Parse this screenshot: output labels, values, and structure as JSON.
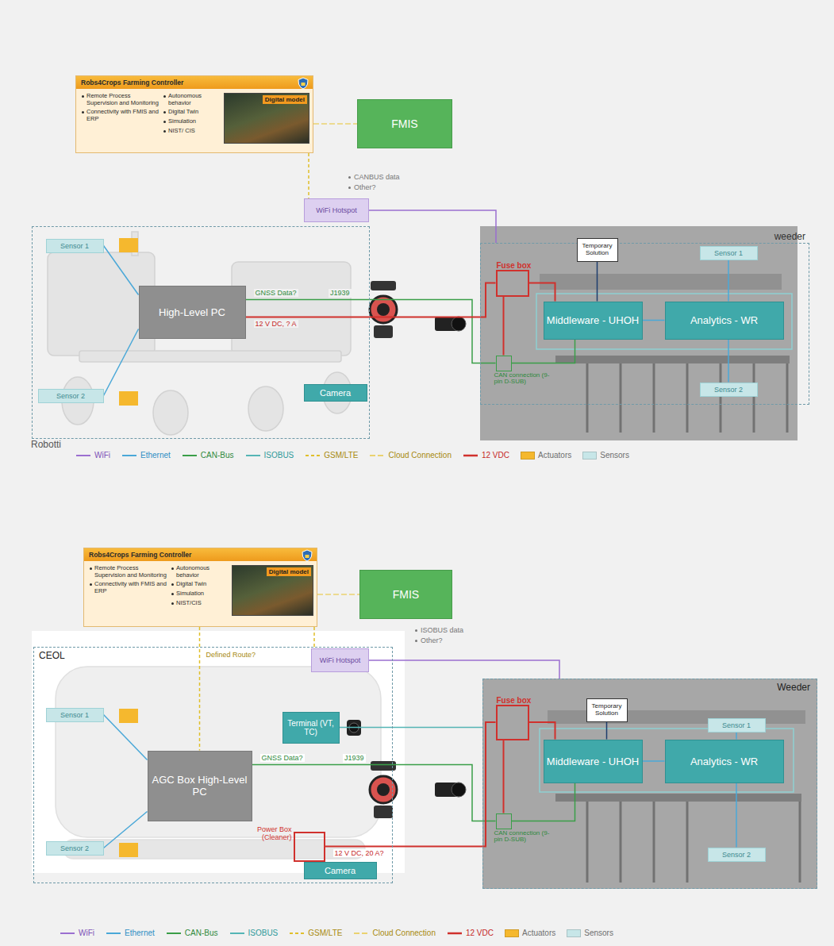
{
  "diagram": {
    "nodes": [
      {
        "text": [
          "Robs4Crops Farming Controller",
          "Remote Process Supervision and Monitoring",
          "Connectivity with FMIS and ERP",
          "Autonomous behavior",
          "Digital Twin",
          "Simulation",
          "NIST/ CIS",
          "Digital model"
        ]
      },
      {
        "text": [
          "FMIS"
        ]
      },
      {
        "text": [
          "WiFi Hotspot"
        ]
      },
      {
        "text": [
          "Robotti"
        ]
      },
      {
        "text": [
          "Sensor 1"
        ],
        "in": 3
      },
      {
        "text": [
          "Sensor 2"
        ],
        "in": 3
      },
      {
        "text": [
          "High-Level PC"
        ],
        "in": 3
      },
      {
        "text": [
          "Camera"
        ],
        "in": 3
      },
      {
        "text": [
          "weeder"
        ]
      },
      {
        "text": [
          "Fuse box"
        ],
        "in": 8
      },
      {
        "text": [
          "Temporary Solution"
        ],
        "in": 8
      },
      {
        "text": [
          "Middleware - UHOH"
        ],
        "in": 8
      },
      {
        "text": [
          "Analytics - WR"
        ],
        "in": 8
      },
      {
        "text": [
          "Sensor 1"
        ],
        "in": 8
      },
      {
        "text": [
          "Sensor 2"
        ],
        "in": 8
      },
      {
        "text": [
          "CAN connection (9-pin D-SUB)"
        ],
        "in": 8
      },
      {
        "text": [
          "Robs4Crops Farming Controller",
          "Remote Process Supervision and Monitoring",
          "Connectivity with FMIS and ERP",
          "Autonomous behavior",
          "Digital Twin",
          "Simulation",
          "NIST/CIS",
          "Digital model"
        ]
      },
      {
        "text": [
          "FMIS"
        ]
      },
      {
        "text": [
          "CEOL"
        ]
      },
      {
        "text": [
          "WiFi Hotspot"
        ]
      },
      {
        "text": [
          "Sensor 1"
        ],
        "in": 18
      },
      {
        "text": [
          "Terminal (VT, TC)"
        ],
        "in": 18
      },
      {
        "text": [
          "AGC Box High-Level PC"
        ],
        "in": 18
      },
      {
        "text": [
          "Power Box (Cleaner)"
        ],
        "in": 18
      },
      {
        "text": [
          "Sensor 2"
        ],
        "in": 18
      },
      {
        "text": [
          "Camera"
        ],
        "in": 18
      },
      {
        "text": [
          "Weeder"
        ]
      },
      {
        "text": [
          "Fuse box"
        ],
        "in": 26
      },
      {
        "text": [
          "Temporary Solution"
        ],
        "in": 26
      },
      {
        "text": [
          "Middleware - UHOH"
        ],
        "in": 26
      },
      {
        "text": [
          "Analytics - WR"
        ],
        "in": 26
      },
      {
        "text": [
          "Sensor 1"
        ],
        "in": 26
      },
      {
        "text": [
          "Sensor 2"
        ],
        "in": 26
      },
      {
        "text": [
          "CAN connection (9-pin D-SUB)"
        ],
        "in": 26
      }
    ],
    "edges": [
      {
        "from": 0,
        "to": 1,
        "arrow": "none"
      },
      {
        "from": 0,
        "to": 2,
        "arrow": "none"
      },
      {
        "from": 2,
        "to": 8,
        "arrow": "none"
      },
      {
        "from": 4,
        "to": 6,
        "arrow": "none"
      },
      {
        "from": 5,
        "to": 6,
        "arrow": "none"
      },
      {
        "from": 6,
        "to": 15,
        "label": "GNSS Data?",
        "arrow": "none"
      },
      {
        "from": 6,
        "to": 9,
        "label": "12 V DC, ? A",
        "arrow": "none"
      },
      {
        "from": 9,
        "to": 11,
        "arrow": "none"
      },
      {
        "from": 9,
        "to": 15,
        "arrow": "none"
      },
      {
        "from": 15,
        "to": 11,
        "arrow": "none"
      },
      {
        "from": 10,
        "to": 11,
        "arrow": "none"
      },
      {
        "from": 11,
        "to": 12,
        "arrow": "none"
      },
      {
        "from": 13,
        "to": 12,
        "arrow": "none"
      },
      {
        "from": 14,
        "to": 12,
        "arrow": "none"
      },
      {
        "from": 16,
        "to": 17,
        "arrow": "none"
      },
      {
        "from": 16,
        "to": 22,
        "label": "Defined Route?",
        "arrow": "none"
      },
      {
        "from": 16,
        "to": 19,
        "arrow": "none"
      },
      {
        "from": 19,
        "to": 26,
        "arrow": "none"
      },
      {
        "from": 20,
        "to": 22,
        "arrow": "none"
      },
      {
        "from": 24,
        "to": 22,
        "arrow": "none"
      },
      {
        "from": 21,
        "to": 26,
        "arrow": "none"
      },
      {
        "from": 22,
        "to": 33,
        "label": "GNSS Data?",
        "arrow": "none"
      },
      {
        "from": 23,
        "to": 27,
        "label": "12 V DC, 20 A?",
        "arrow": "none"
      },
      {
        "from": 27,
        "to": 29,
        "arrow": "none"
      },
      {
        "from": 27,
        "to": 33,
        "arrow": "none"
      },
      {
        "from": 33,
        "to": 29,
        "arrow": "none"
      },
      {
        "from": 28,
        "to": 29,
        "arrow": "none"
      },
      {
        "from": 29,
        "to": 30,
        "arrow": "none"
      },
      {
        "from": 31,
        "to": 30,
        "arrow": "none"
      },
      {
        "from": 32,
        "to": 30,
        "arrow": "none"
      }
    ],
    "labels": [
      "CANBUS data",
      "Other?",
      "J1939",
      "ISOBUS data",
      "Other?",
      "J1939"
    ],
    "legend": [
      {
        "text": "WiFi"
      },
      {
        "text": "Ethernet"
      },
      {
        "text": "CAN-Bus"
      },
      {
        "text": "ISOBUS"
      },
      {
        "text": "GSM/LTE"
      },
      {
        "text": "Cloud Connection"
      },
      {
        "text": "12 VDC"
      },
      {
        "text": "Actuators",
        "color": "#f5b82e"
      },
      {
        "text": "Sensors",
        "color": "#c7e6e8"
      },
      {
        "text": "WiFi"
      },
      {
        "text": "Ethernet"
      },
      {
        "text": "CAN-Bus"
      },
      {
        "text": "ISOBUS"
      },
      {
        "text": "GSM/LTE"
      },
      {
        "text": "Cloud Connection"
      },
      {
        "text": "12 VDC"
      },
      {
        "text": "Actuators",
        "color": "#f5b82e"
      },
      {
        "text": "Sensors",
        "color": "#c7e6e8"
      }
    ]
  }
}
